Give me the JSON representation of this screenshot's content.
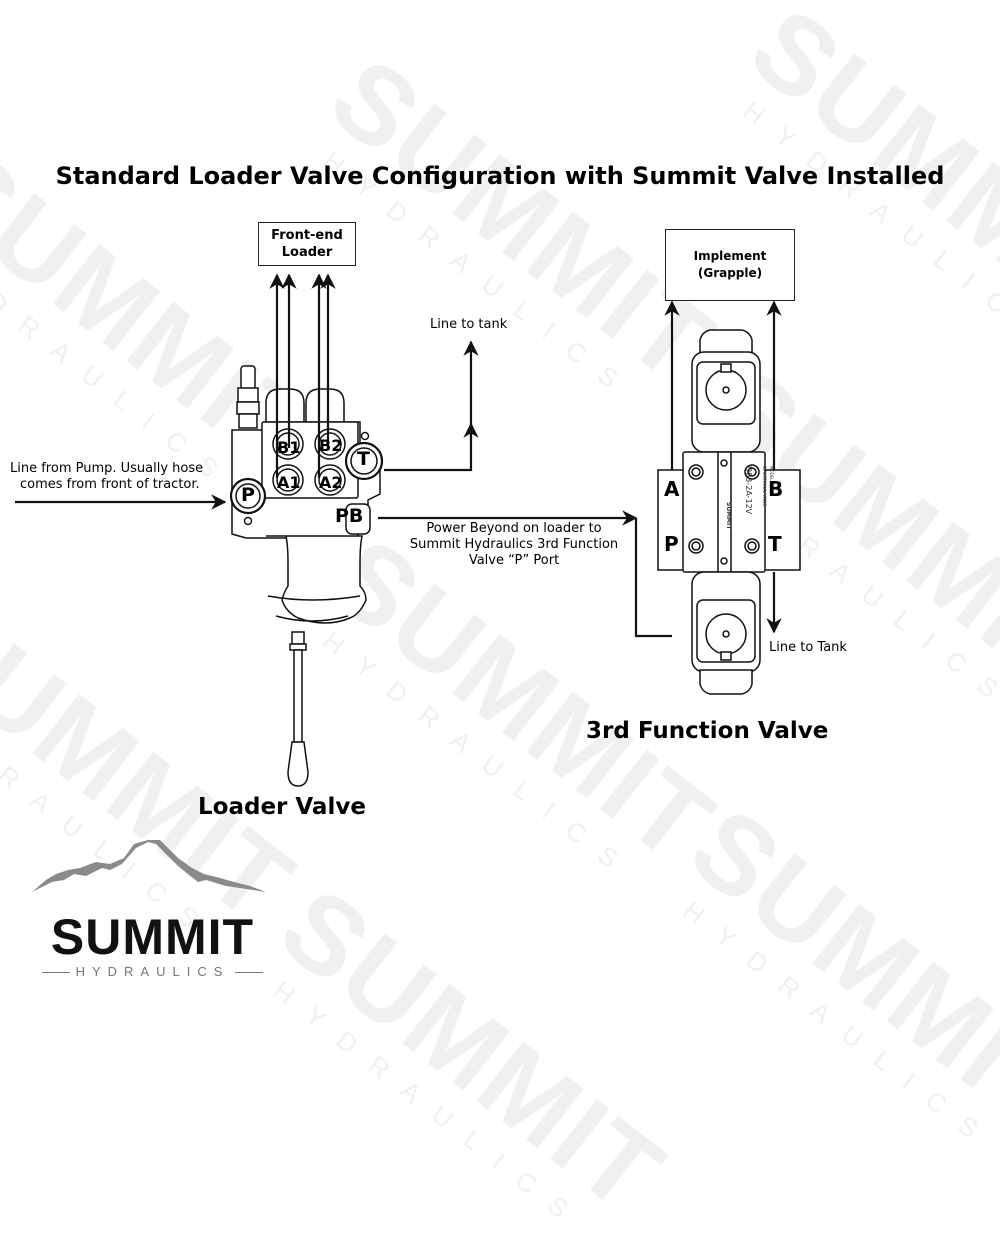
{
  "title": "Standard Loader Valve Configuration with Summit Valve Installed",
  "watermark": {
    "brand": "SUMMIT",
    "sub": "HYDRAULICS"
  },
  "loader_valve": {
    "caption": "Loader Valve",
    "target_box": {
      "line1": "Front-end",
      "line2": "Loader"
    },
    "ports": {
      "b1": "B1",
      "b2": "B2",
      "a1": "A1",
      "a2": "A2",
      "p": "P",
      "t": "T",
      "pb": "PB"
    },
    "pump_label": {
      "line1": "Line from Pump. Usually hose",
      "line2": "comes from front of tractor."
    },
    "tank_label": "Line to tank",
    "power_beyond_label": {
      "line1": "Power Beyond on loader to",
      "line2": "Summit Hydraulics 3rd Function",
      "line3": "Valve “P” Port"
    }
  },
  "third_function_valve": {
    "caption": "3rd Function Valve",
    "target_box": {
      "line1": "Implement",
      "line2": "(Grapple)"
    },
    "ports": {
      "a": "A",
      "b": "B",
      "p": "P",
      "t": "T"
    },
    "valve_model": "D03-2A-12V",
    "valve_text": {
      "type": "DIRECTIONAL VALVE",
      "model_label": "MODEL CODE",
      "brand": "SUMMIT"
    },
    "tank_label": "Line to Tank"
  },
  "logo": {
    "brand": "SUMMIT",
    "sub": "HYDRAULICS"
  },
  "colors": {
    "line": "#111111",
    "watermark": "#f0f0f0",
    "logo_mountain": "#8a8a8a",
    "logo_sub": "#777777"
  }
}
